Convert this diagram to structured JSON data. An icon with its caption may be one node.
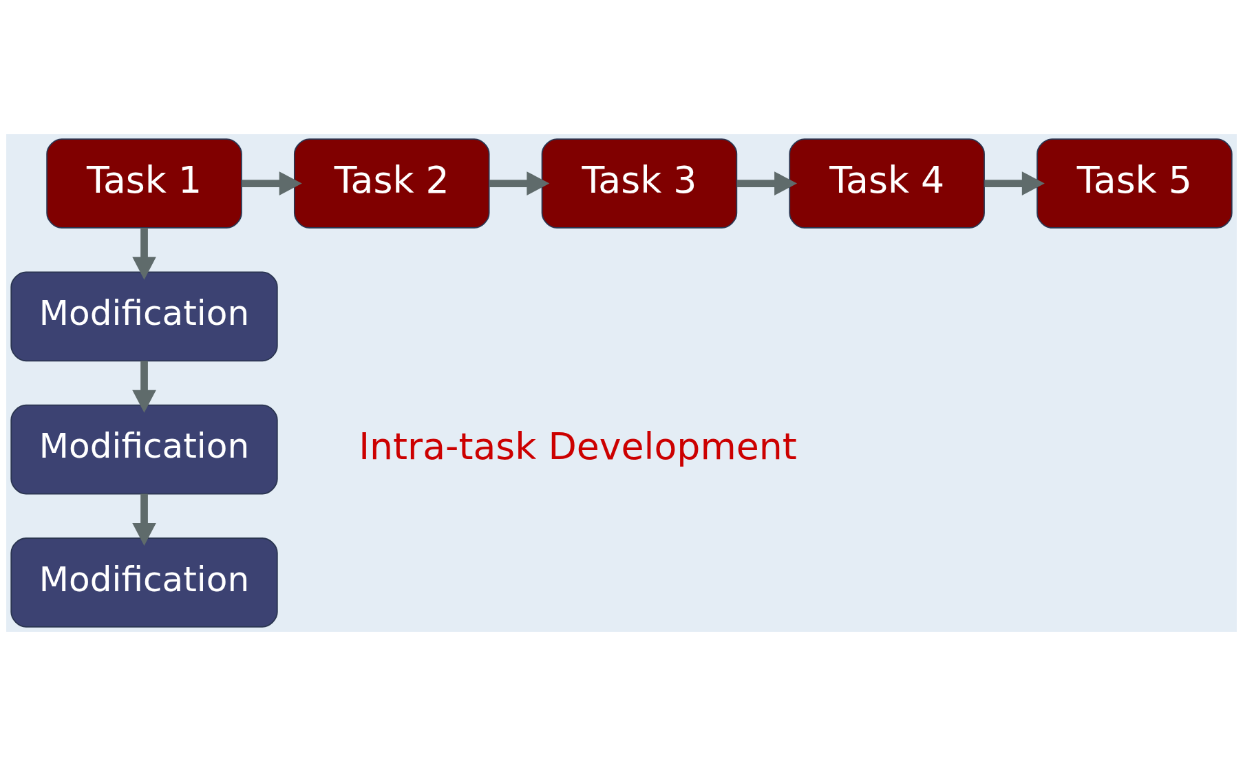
{
  "diagram": {
    "nodes": [
      {
        "text": [
          "Task 1"
        ]
      },
      {
        "text": [
          "Task 2"
        ]
      },
      {
        "text": [
          "Task 3"
        ]
      },
      {
        "text": [
          "Task 4"
        ]
      },
      {
        "text": [
          "Task 5"
        ]
      },
      {
        "text": [
          "Modification"
        ]
      },
      {
        "text": [
          "Modification"
        ]
      },
      {
        "text": [
          "Modification"
        ]
      }
    ],
    "edges": [
      {
        "from": 0,
        "to": 1,
        "arrow": "to"
      },
      {
        "from": 1,
        "to": 2,
        "arrow": "to"
      },
      {
        "from": 2,
        "to": 3,
        "arrow": "to"
      },
      {
        "from": 3,
        "to": 4,
        "arrow": "to"
      },
      {
        "from": 0,
        "to": 5,
        "arrow": "to"
      },
      {
        "from": 5,
        "to": 6,
        "arrow": "to"
      },
      {
        "from": 6,
        "to": 7,
        "arrow": "to"
      }
    ],
    "labels": [
      "Intra-task Development"
    ]
  }
}
